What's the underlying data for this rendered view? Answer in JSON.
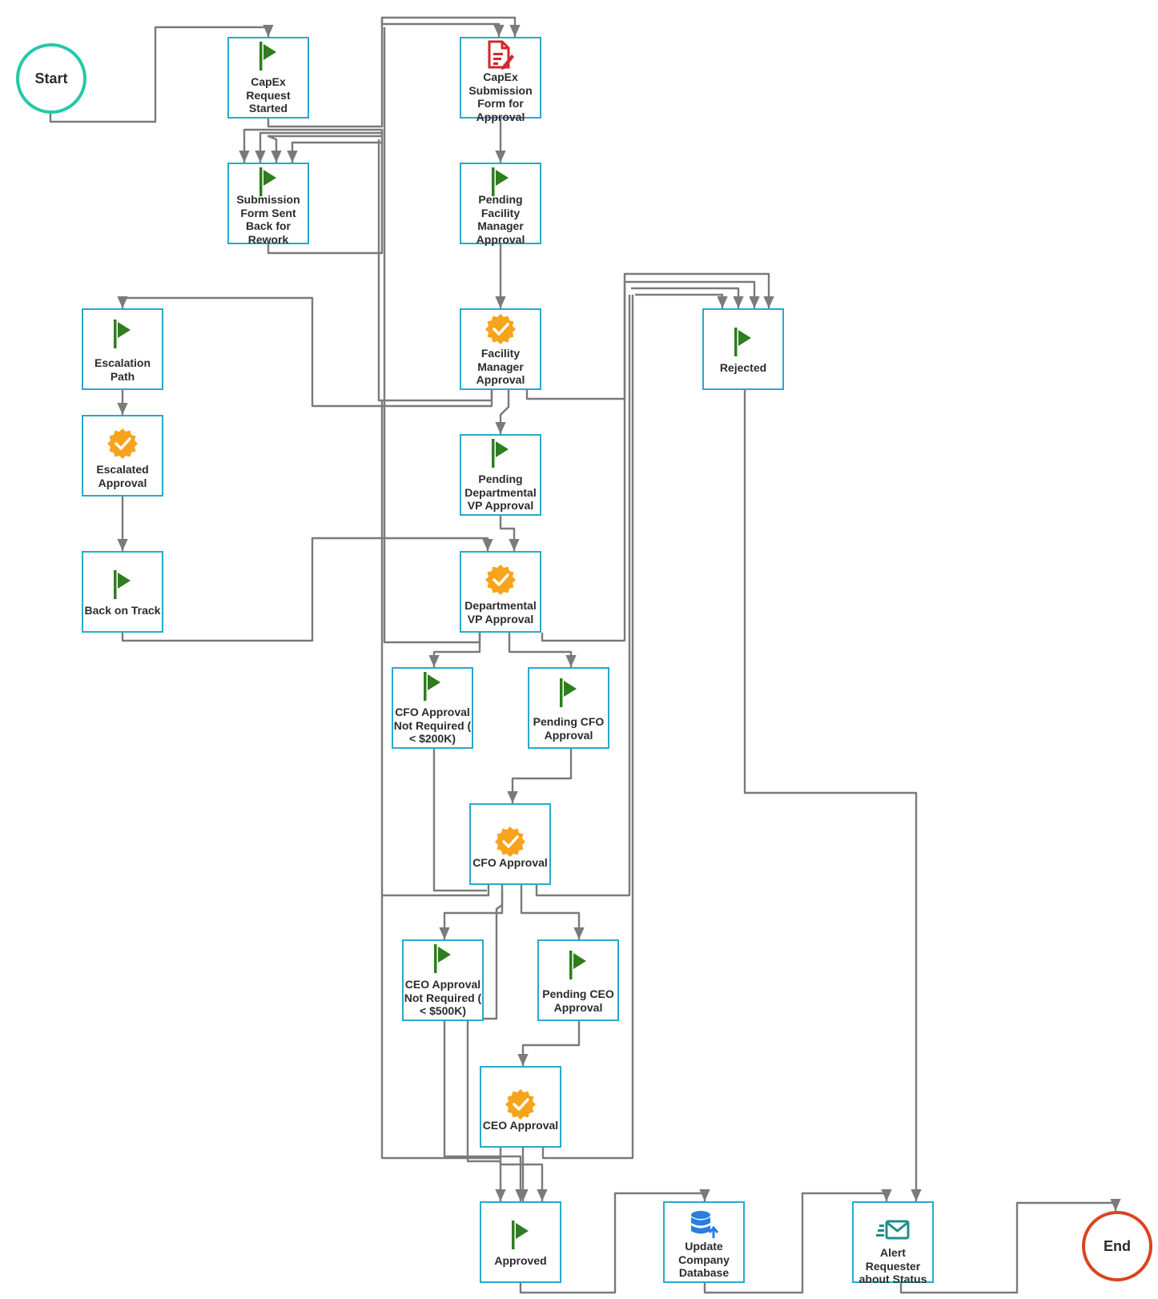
{
  "start_label": "Start",
  "end_label": "End",
  "colors": {
    "node_border": "#27a9cc",
    "connector": "#7a7a7a",
    "start_ring": "#23c9a8",
    "end_ring": "#d9441f",
    "flag": "#2e7d1f",
    "badge": "#f7a31c",
    "form_icon": "#d3262b",
    "database_icon": "#2a7de1",
    "mail_icon": "#1f8f8a"
  },
  "nodes": [
    {
      "id": "capex-request-started",
      "label": "CapEx Request Started",
      "icon": "flag-icon"
    },
    {
      "id": "capex-submission-form",
      "label": "CapEx Submission Form for Approval",
      "icon": "form-icon"
    },
    {
      "id": "submission-form-sent-back",
      "label": "Submission Form Sent Back for Rework",
      "icon": "flag-icon"
    },
    {
      "id": "pending-facility-manager-approval",
      "label": "Pending Facility Manager Approval",
      "icon": "flag-icon"
    },
    {
      "id": "escalation-path",
      "label": "Escalation Path",
      "icon": "flag-icon"
    },
    {
      "id": "facility-manager-approval",
      "label": "Facility Manager Approval",
      "icon": "approval-badge-icon"
    },
    {
      "id": "rejected",
      "label": "Rejected",
      "icon": "flag-icon"
    },
    {
      "id": "escalated-approval",
      "label": "Escalated Approval",
      "icon": "approval-badge-icon"
    },
    {
      "id": "pending-departmental-vp-approval",
      "label": "Pending Departmental VP Approval",
      "icon": "flag-icon"
    },
    {
      "id": "back-on-track",
      "label": "Back on Track",
      "icon": "flag-icon"
    },
    {
      "id": "departmental-vp-approval",
      "label": "Departmental VP Approval",
      "icon": "approval-badge-icon"
    },
    {
      "id": "cfo-approval-not-required",
      "label": "CFO Approval Not Required ( < $200K)",
      "icon": "flag-icon"
    },
    {
      "id": "pending-cfo-approval",
      "label": "Pending CFO Approval",
      "icon": "flag-icon"
    },
    {
      "id": "cfo-approval",
      "label": "CFO Approval",
      "icon": "approval-badge-icon"
    },
    {
      "id": "ceo-approval-not-required",
      "label": "CEO Approval Not Required ( < $500K)",
      "icon": "flag-icon"
    },
    {
      "id": "pending-ceo-approval",
      "label": "Pending CEO Approval",
      "icon": "flag-icon"
    },
    {
      "id": "ceo-approval",
      "label": "CEO Approval",
      "icon": "approval-badge-icon"
    },
    {
      "id": "approved",
      "label": "Approved",
      "icon": "flag-icon"
    },
    {
      "id": "update-company-database",
      "label": "Update Company Database",
      "icon": "database-upload-icon"
    },
    {
      "id": "alert-requester-about-status",
      "label": "Alert Requester about Status",
      "icon": "email-alert-icon"
    }
  ]
}
